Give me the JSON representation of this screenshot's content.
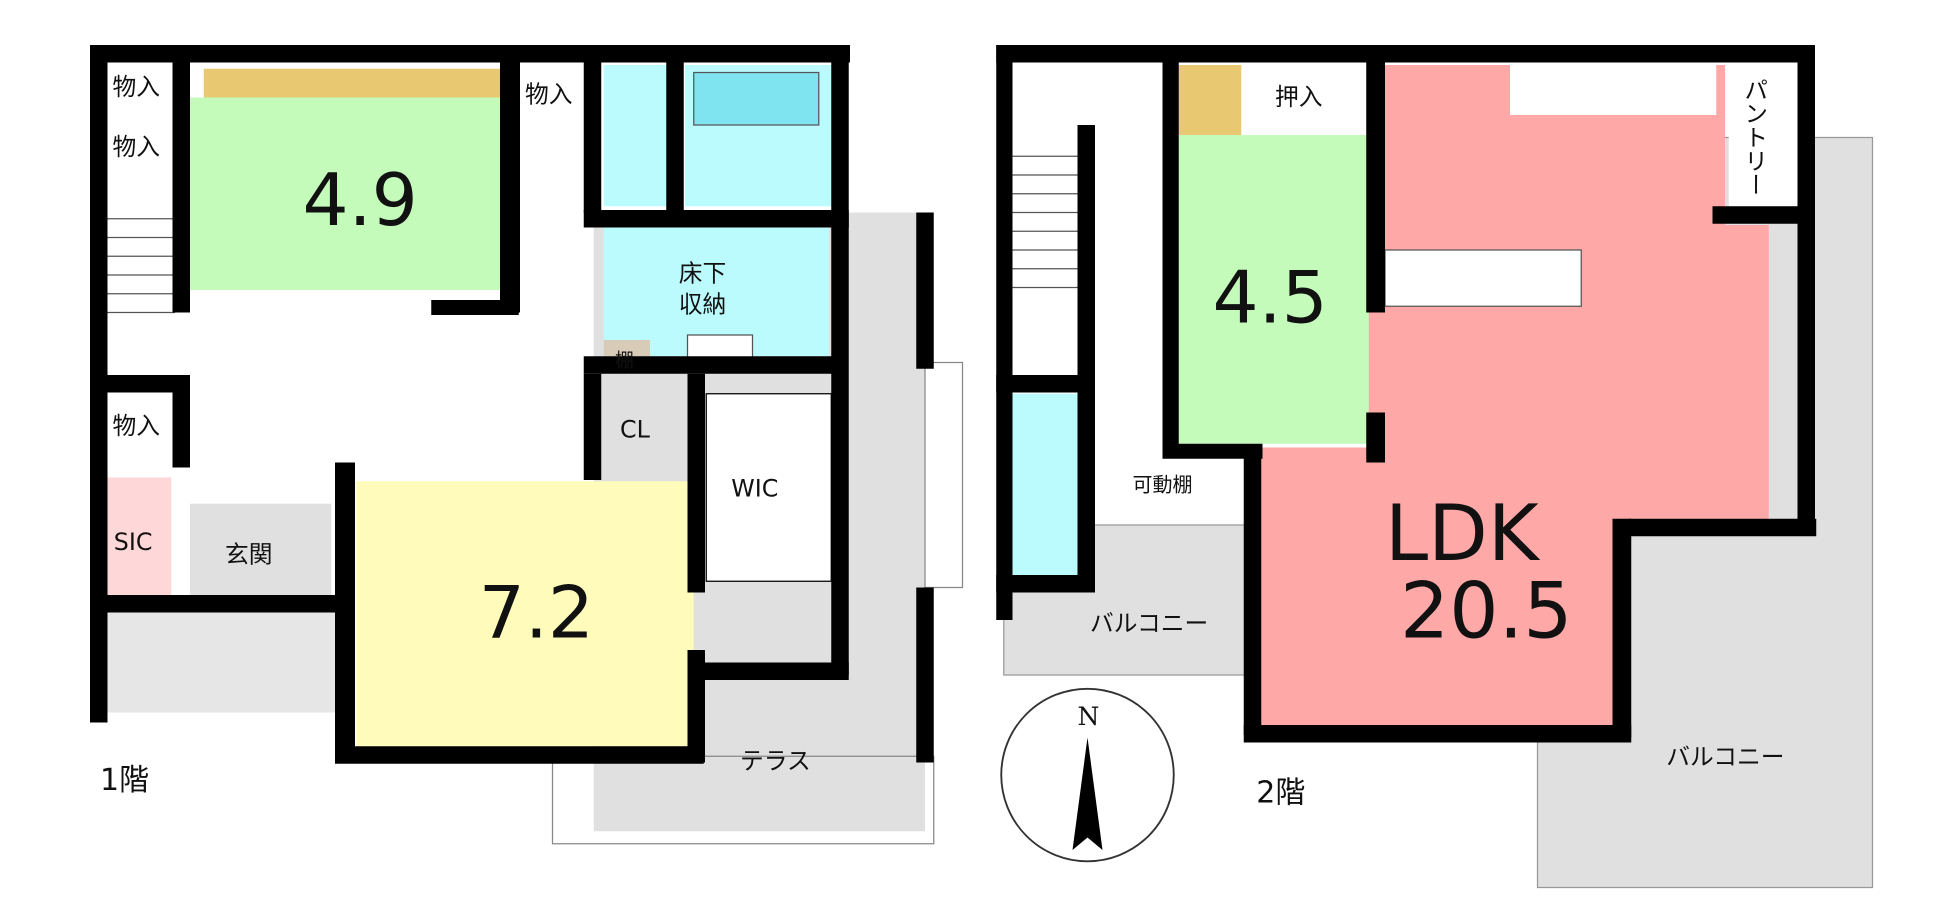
{
  "floor1": {
    "label": "1階",
    "rooms": {
      "room_4_9": "4.9",
      "room_7_2": "7.2",
      "closet1": "物入",
      "closet2": "物入",
      "closet3": "物入",
      "closet4": "物入",
      "underfloor_1": "床下",
      "underfloor_2": "収納",
      "shelf": "棚",
      "cl": "CL",
      "wic": "WIC",
      "sic": "SIC",
      "entrance": "玄関",
      "terrace": "テラス"
    }
  },
  "floor2": {
    "label": "2階",
    "rooms": {
      "room_4_5": "4.5",
      "oshiire": "押入",
      "pantry": "パントリー",
      "ldk": "LDK",
      "ldk_size": "20.5",
      "movable_shelf": "可動棚",
      "balcony_mid": "バルコニー",
      "balcony_right": "バルコニー"
    }
  },
  "compass": {
    "north": "N"
  },
  "colors": {
    "japanese_room": "#c4fbbb",
    "western_room": "#fefbbb",
    "ldk": "#fea8a8",
    "water": "#bbfbfe",
    "outdoor": "#e0e0e0",
    "tatami_strip": "#e8c870",
    "sic": "#fed8d8"
  }
}
